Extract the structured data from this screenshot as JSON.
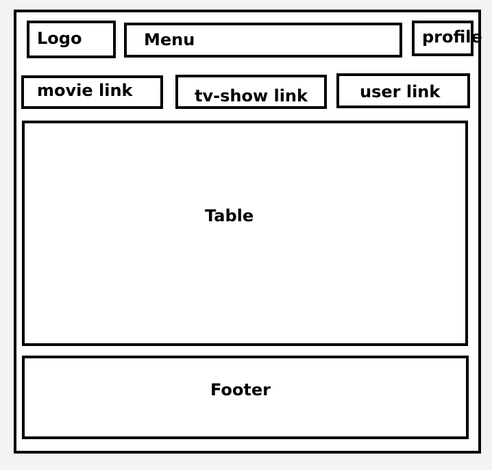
{
  "header": {
    "logo_label": "Logo",
    "menu_label": "Menu",
    "profile_label": "profile"
  },
  "links": {
    "movie_label": "movie link",
    "tv_show_label": "tv-show link",
    "user_label": "user link"
  },
  "main": {
    "table_label": "Table"
  },
  "footer": {
    "label": "Footer"
  },
  "colors": {
    "outline": "#000000",
    "fill": "#ffffff",
    "page_background": "#f3f3f3"
  }
}
